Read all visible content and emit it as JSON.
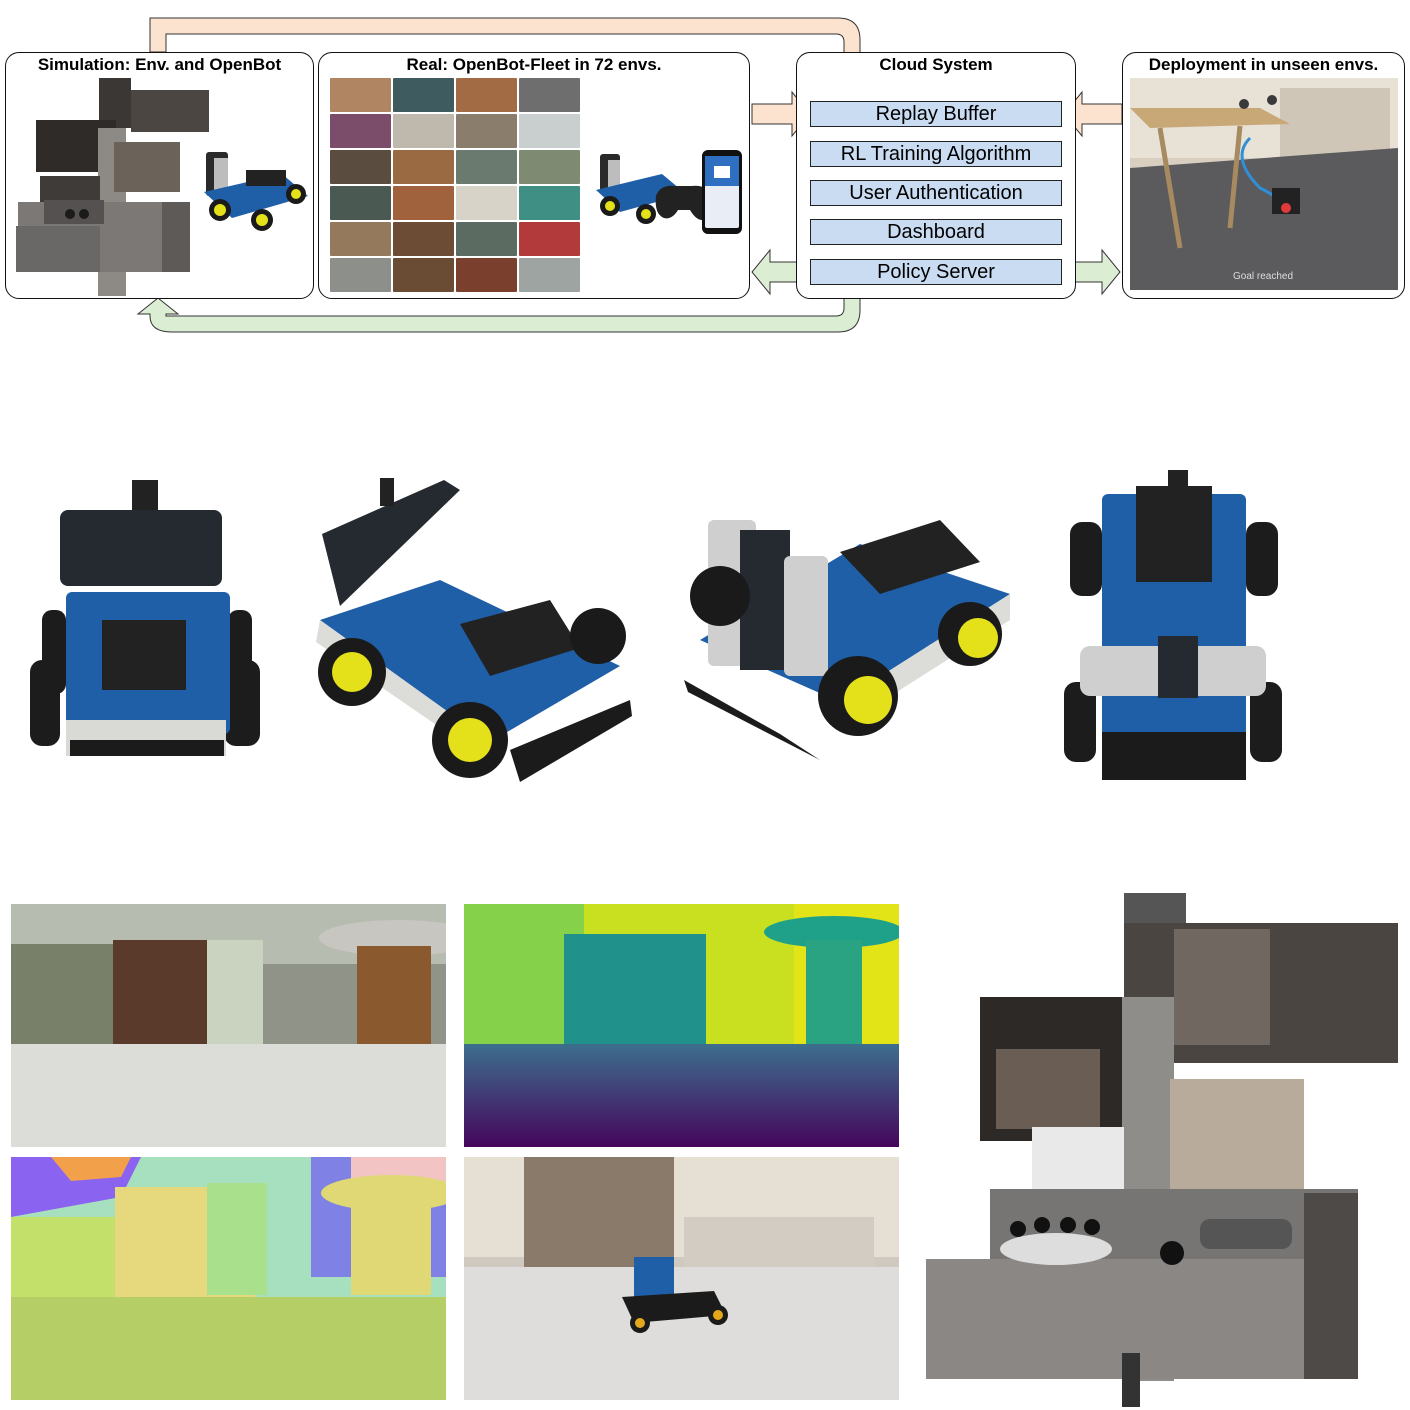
{
  "panels": {
    "simulation": {
      "title": "Simulation: Env. and OpenBot"
    },
    "real": {
      "title": "Real: OpenBot-Fleet in 72 envs."
    },
    "cloud": {
      "title": "Cloud System"
    },
    "deployment": {
      "title": "Deployment in unseen envs.",
      "caption": "Goal reached"
    }
  },
  "cloud_components": [
    {
      "label": "Replay Buffer"
    },
    {
      "label": "RL Training Algorithm"
    },
    {
      "label": "User Authentication"
    },
    {
      "label": "Dashboard"
    },
    {
      "label": "Policy Server"
    }
  ],
  "colors": {
    "data_arrow": "#fbe3cf",
    "policy_arrow": "#dbedd3",
    "component_fill": "#c9dcf2",
    "robot_blue": "#1f5fa8",
    "wheel_yellow": "#e4e11a"
  },
  "icons": [
    "robot-car-icon",
    "game-controller-icon",
    "smartphone-icon",
    "floorplan-map-icon"
  ]
}
